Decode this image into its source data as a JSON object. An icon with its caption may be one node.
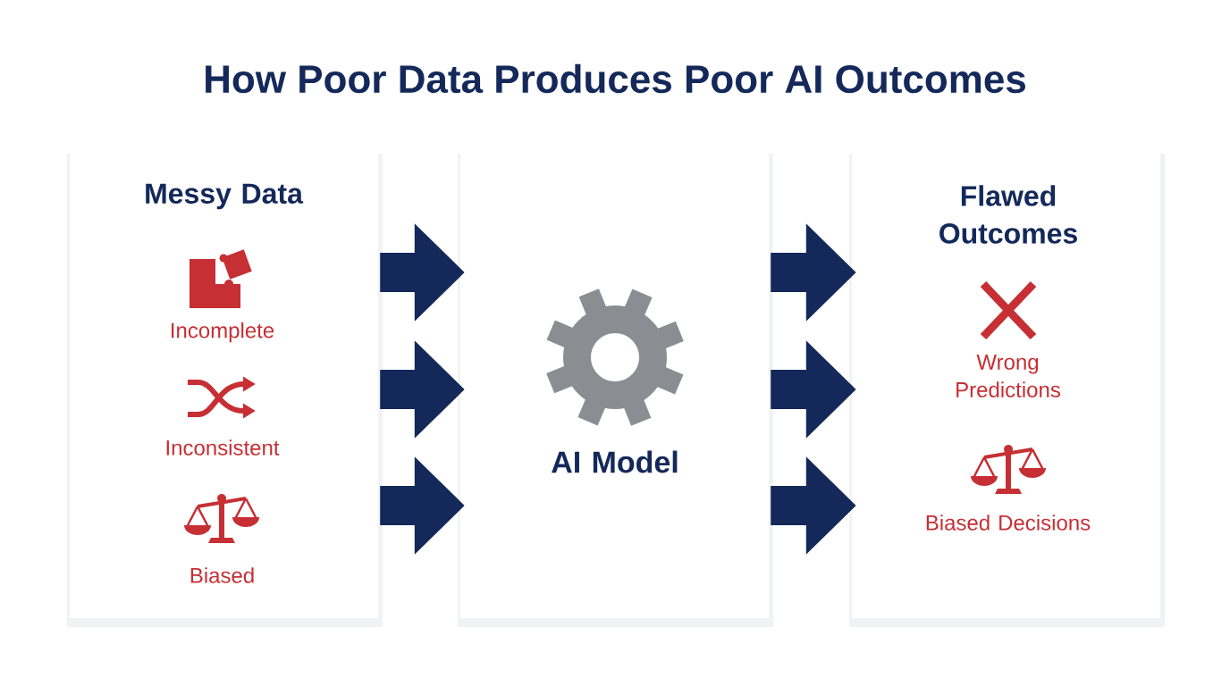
{
  "diagram": {
    "title": "How Poor Data Produces Poor AI Outcomes",
    "nodes": [
      {
        "text": [
          "Messy Data"
        ]
      },
      {
        "text": [
          "Incomplete"
        ],
        "in": 0
      },
      {
        "text": [
          "Inconsistent"
        ],
        "in": 0
      },
      {
        "text": [
          "Biased"
        ],
        "in": 0
      },
      {
        "text": [
          "AI Model"
        ]
      },
      {
        "text": [
          "Flawed Outcomes"
        ]
      },
      {
        "text": [
          "Wrong Predictions"
        ],
        "in": 5
      },
      {
        "text": [
          "Biased Decisions"
        ],
        "in": 5
      }
    ],
    "edges": [
      {
        "from": 0,
        "to": 4,
        "arrow": "to"
      },
      {
        "from": 0,
        "to": 4,
        "arrow": "to"
      },
      {
        "from": 0,
        "to": 4,
        "arrow": "to"
      },
      {
        "from": 4,
        "to": 5,
        "arrow": "to"
      },
      {
        "from": 4,
        "to": 5,
        "arrow": "to"
      },
      {
        "from": 4,
        "to": 5,
        "arrow": "to"
      }
    ]
  }
}
